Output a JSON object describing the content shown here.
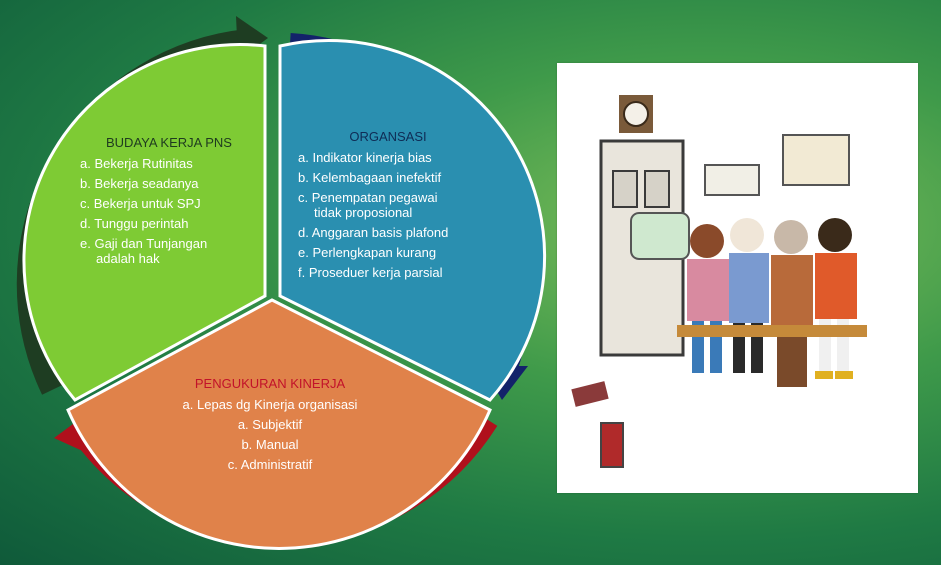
{
  "colors": {
    "segment_green": "#7ecb34",
    "segment_teal": "#2a8fb0",
    "segment_orange": "#e0824a",
    "arrow_dark_green": "#1e3d22",
    "arrow_navy": "#13226a",
    "arrow_red": "#b0101c"
  },
  "segments": [
    {
      "title": "BUDAYA KERJA PNS",
      "items": [
        "a. Bekerja Rutinitas",
        "b. Bekerja seadanya",
        "c. Bekerja untuk SPJ",
        "d. Tunggu perintah",
        "e. Gaji dan Tunjangan",
        "adalah hak"
      ]
    },
    {
      "title": "ORGANSASI",
      "items": [
        "a. Indikator kinerja bias",
        "b. Kelembagaan inefektif",
        "c. Penempatan pegawai",
        "tidak proposional",
        "d. Anggaran basis plafond",
        "e. Perlengkapan kurang",
        "f. Proseduer kerja parsial"
      ]
    },
    {
      "title": "PENGUKURAN KINERJA",
      "items": [
        "a. Lepas  dg Kinerja organisasi",
        "a. Subjektif",
        "b. Manual",
        "c. Administratif"
      ]
    }
  ]
}
